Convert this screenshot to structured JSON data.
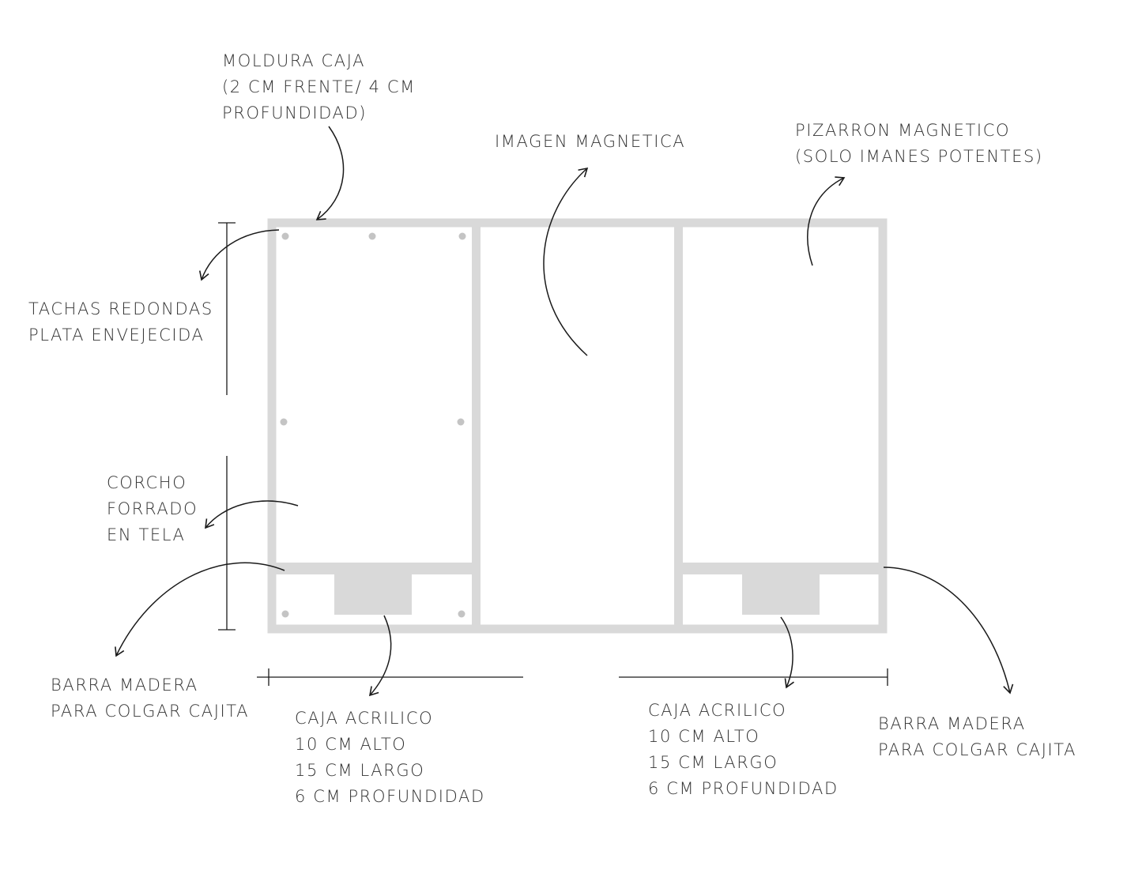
{
  "colors": {
    "frame": "#d9d9d9",
    "stud": "#c4c4c4",
    "ink": "#1a1a1a",
    "text": "#333333",
    "background": "#ffffff"
  },
  "labels": {
    "moldura": [
      "MOLDURA CAJA",
      "(2 CM FRENTE/ 4 CM",
      "PROFUNDIDAD)"
    ],
    "imagen": [
      "IMAGEN MAGNETICA"
    ],
    "pizarron": [
      "PIZARRON MAGNETICO",
      "(SOLO IMANES POTENTES)"
    ],
    "tachas": [
      "TACHAS REDONDAS",
      "PLATA ENVEJECIDA"
    ],
    "corcho": [
      "CORCHO",
      "FORRADO",
      "EN TELA"
    ],
    "barra_left": [
      "BARRA MADERA",
      "PARA COLGAR CAJITA"
    ],
    "caja_left": [
      "CAJA ACRILICO",
      "10 CM ALTO",
      "15 CM LARGO",
      "6 CM PROFUNDIDAD"
    ],
    "caja_right": [
      "CAJA ACRILICO",
      "10 CM ALTO",
      "15 CM LARGO",
      "6 CM PROFUNDIDAD"
    ],
    "barra_right": [
      "BARRA MADERA",
      "PARA COLGAR CAJITA"
    ]
  }
}
